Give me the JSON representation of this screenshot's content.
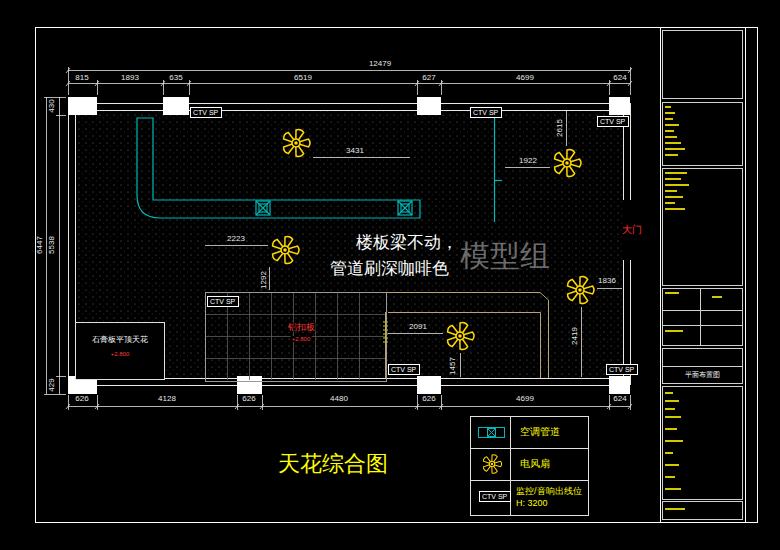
{
  "diagram": {
    "title": "天花综合图",
    "nodes": [
      {
        "text": [
          "CTV SP"
        ]
      },
      {
        "text": [
          "CTV SP"
        ]
      },
      {
        "text": [
          "CTV SP"
        ]
      },
      {
        "text": [
          "铝扣板",
          "+2.800"
        ]
      },
      {
        "text": [
          "CTV SP"
        ],
        "in": 3
      },
      {
        "text": [
          "石膏板平顶天花",
          "+2.800"
        ]
      },
      {
        "text": [
          "CTV SP"
        ]
      },
      {
        "text": [
          "CTV SP"
        ]
      },
      {
        "text": [
          "CTV SP"
        ]
      }
    ],
    "labels": [
      "12479",
      "815",
      "1893",
      "635",
      "6519",
      "627",
      "4699",
      "624",
      "430",
      "6447",
      "5538",
      "429",
      "626",
      "4128",
      "626",
      "4480",
      "626",
      "4699",
      "624",
      "3431",
      "2615",
      "1922",
      "2223",
      "1292",
      "1836",
      "2091",
      "2419",
      "1457",
      "楼板梁不动，",
      "管道刷深咖啡色",
      "大门",
      "模型组",
      "平面布置图"
    ],
    "legend": [
      {
        "text": "空调管道"
      },
      {
        "text": "电风扇"
      },
      {
        "text": "监控/音响出线位 H: 3200"
      }
    ]
  }
}
